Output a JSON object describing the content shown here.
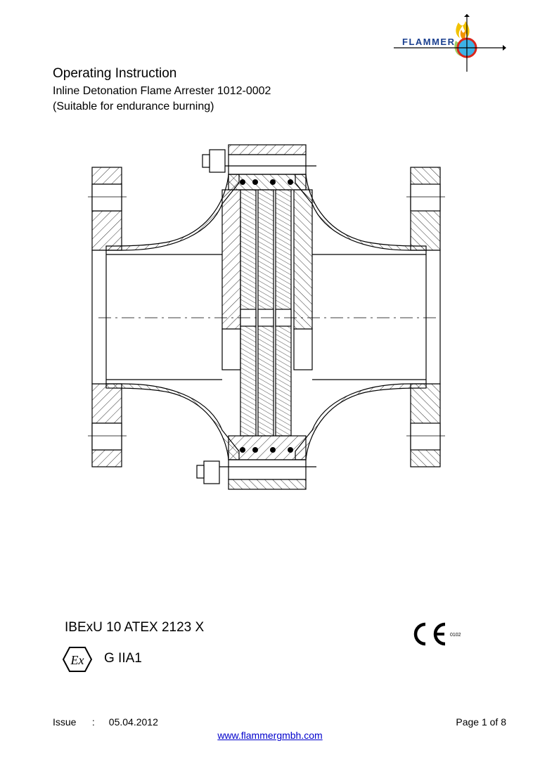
{
  "logo": {
    "text": "FLAMMER"
  },
  "header": {
    "title": "Operating Instruction",
    "subtitle_1": "Inline Detonation Flame Arrester 1012-0002",
    "subtitle_2": "(Suitable for endurance burning)"
  },
  "certification": {
    "atex": "IBExU 10 ATEX 2123 X",
    "ex_group": "G IIA1",
    "ce_notified_body": "0102"
  },
  "footer": {
    "issue_label": "Issue",
    "issue_sep": ":",
    "issue_date": "05.04.2012",
    "page": "Page 1 of 8",
    "url": "www.flammergmbh.com"
  },
  "colors": {
    "logo_text": "#1a3f8f",
    "link": "#0000cc",
    "flame_yellow": "#f2c200",
    "flame_red": "#d9261c",
    "logo_circle": "#3db2e6"
  }
}
